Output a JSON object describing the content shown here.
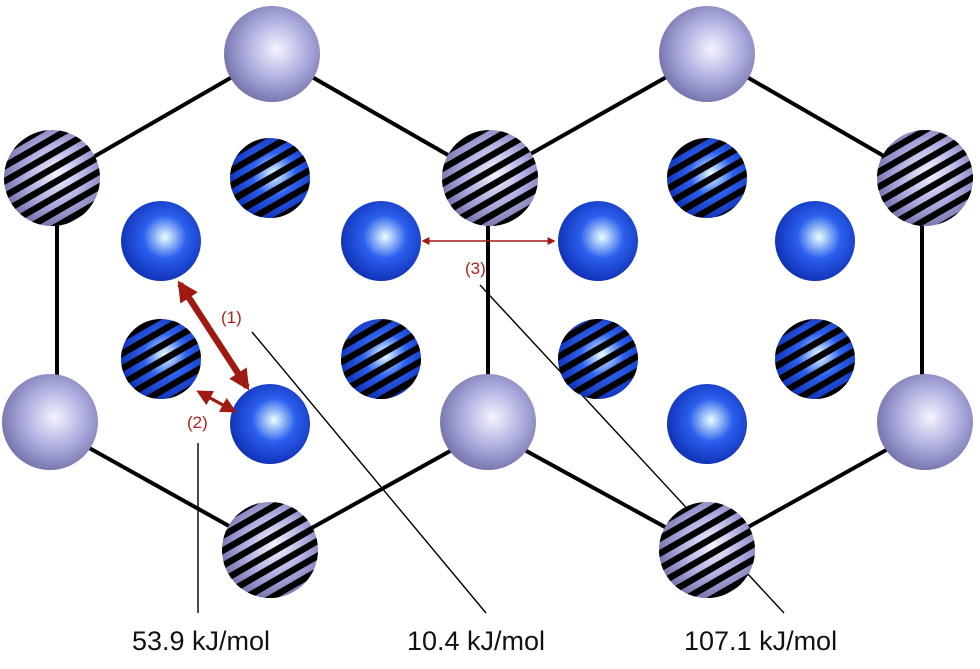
{
  "colors": {
    "frame_line": "#000000",
    "large_atom_light": "#f4f4ff",
    "large_atom_mid": "#aaaade",
    "large_atom_dark": "#6e6ea6",
    "small_atom_light": "#eaffff",
    "small_atom_mid": "#2b60ee",
    "small_atom_dark": "#0d2cb0",
    "arrow": "#a01a12",
    "stripe": "#000000"
  },
  "labels": {
    "path_1": "(1)",
    "path_2": "(2)",
    "path_3": "(3)"
  },
  "energies": {
    "e1": "53.9 kJ/mol",
    "e2": "10.4 kJ/mol",
    "e3": "107.1 kJ/mol"
  },
  "legend_map": {
    "solid_large": "corner-atom",
    "hatched_large": "hatched-corner-atom",
    "solid_small": "interstitial-site",
    "hatched_small": "hatched-interstitial-site"
  }
}
